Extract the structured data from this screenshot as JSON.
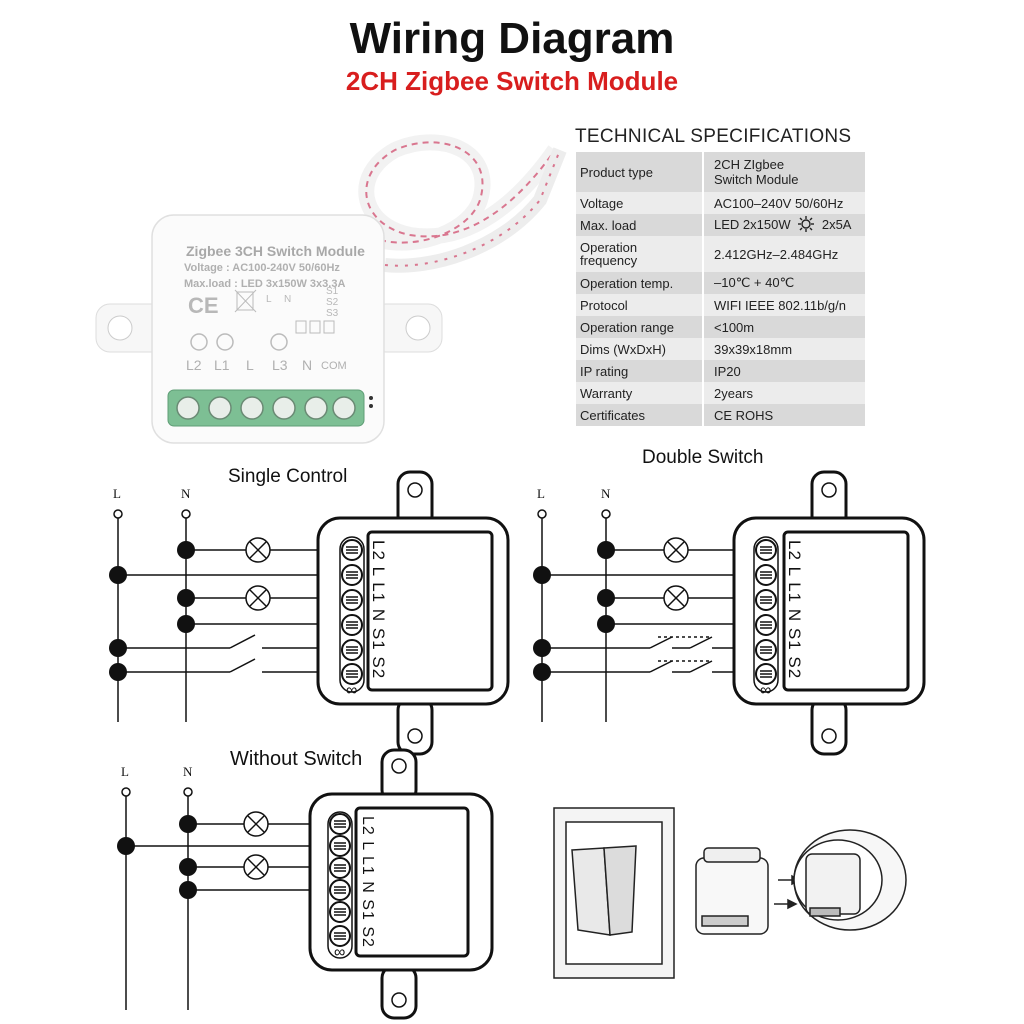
{
  "header": {
    "title": "Wiring Diagram",
    "subtitle": "2CH Zigbee Switch Module"
  },
  "colors": {
    "title": "#111111",
    "subtitle": "#d81e1e",
    "terminal_green": "#7dbf94",
    "wire_pink": "#d9768f"
  },
  "module": {
    "name": "Zigbee 3CH Switch Module",
    "voltage": "Voltage : AC100-240V 50/60Hz",
    "maxload": "Max.load : LED 3x150W   3x3.3A",
    "ce_mark": "CE",
    "terminals": [
      "L2",
      "L1",
      "L",
      "L3",
      "N",
      "COM"
    ],
    "switch_labels": [
      "S1",
      "S2",
      "S3"
    ],
    "small_L": "L",
    "small_N": "N"
  },
  "specs": {
    "heading": "TECHNICAL SPECIFICATIONS",
    "rows": [
      {
        "label": "Product type",
        "value": "2CH ZIgbee\nSwitch Module"
      },
      {
        "label": "Voltage",
        "value": "AC100–240V 50/60Hz"
      },
      {
        "label": "Max. load",
        "value": "LED 2x150W",
        "value2": "2x5A",
        "icon": "bulb-icon"
      },
      {
        "label": "Operation\nfrequency",
        "value": "2.412GHz–2.484GHz"
      },
      {
        "label": "Operation temp.",
        "value": "–10℃ + 40℃"
      },
      {
        "label": "Protocol",
        "value": "WIFI  IEEE 802.11b/g/n"
      },
      {
        "label": "Operation range",
        "value": "<100m"
      },
      {
        "label": "Dims (WxDxH)",
        "value": "39x39x18mm"
      },
      {
        "label": "IP rating",
        "value": "IP20"
      },
      {
        "label": "Warranty",
        "value": "2years"
      },
      {
        "label": "Certificates",
        "value": "CE ROHS"
      }
    ]
  },
  "diagrams": {
    "single_control": "Single Control",
    "double_switch": "Double Switch",
    "without_switch": "Without Switch",
    "line_L": "L",
    "line_N": "N",
    "terminal_labels": [
      "L2",
      "L",
      "L1",
      "N",
      "S1",
      "S2"
    ],
    "loop_symbol": "∞"
  }
}
